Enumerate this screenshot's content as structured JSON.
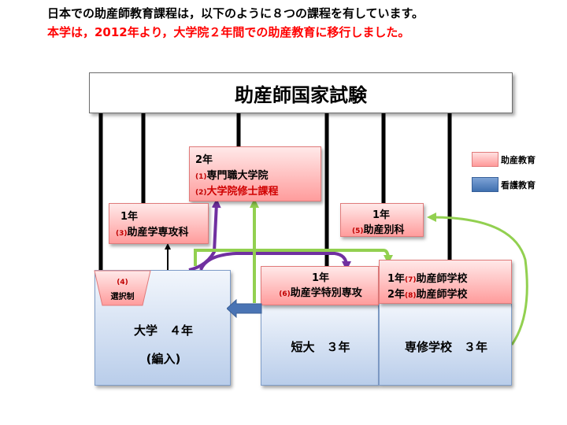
{
  "header": {
    "line1": "日本での助産師教育課程は，以下のように８つの課程を有しています。",
    "line2": "本学は，2012年より，大学院２年間での助産教育に移行しました。"
  },
  "exam": {
    "label": "助産師国家試験"
  },
  "grad": {
    "year": "2年",
    "n1": "(1)",
    "item1": "専門職大学院",
    "n2": "(2)",
    "item2": "大学院修士課程"
  },
  "senkou": {
    "year": "1年",
    "num": "(3)",
    "label": "助産学専攻科"
  },
  "bekka": {
    "year": "1年",
    "num": "(5)",
    "label": "助産別科"
  },
  "tokubetsu": {
    "year": "1年",
    "num": "(6)",
    "label": "助産学特別専攻"
  },
  "midwifeschool": {
    "line1_year": "1年",
    "line1_num": "(7)",
    "line1_label": "助産師学校",
    "line2_year": "2年",
    "line2_num": "(8)",
    "line2_label": "助産師学校"
  },
  "elective": {
    "num": "(4)",
    "label": "選択制"
  },
  "university": {
    "label": "大学　４年",
    "sub": "(編入)"
  },
  "junior": {
    "label": "短大　３年"
  },
  "vocational": {
    "label": "専修学校　３年"
  },
  "legend": {
    "midwifery": {
      "label": "助産教育",
      "color": "#ffb3b3"
    },
    "nursing": {
      "label": "看護教育",
      "color": "#4f81bd"
    }
  },
  "colors": {
    "connector": "#000000",
    "purple": "#7030a0",
    "green": "#92d050",
    "blue_arrow": "#4a74b4"
  }
}
